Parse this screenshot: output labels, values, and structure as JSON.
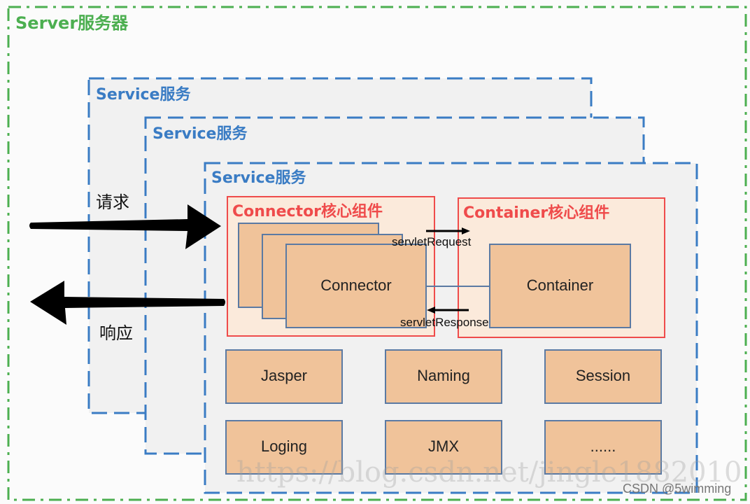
{
  "server": {
    "title": "Server服务器",
    "color": "#4caf50"
  },
  "services": [
    {
      "title": "Service服务"
    },
    {
      "title": "Service服务"
    },
    {
      "title": "Service服务"
    }
  ],
  "service_color": "#3a7cc4",
  "connector_group": {
    "title": "Connector核心组件",
    "box_label": "Connector",
    "stack_count": 3
  },
  "container_group": {
    "title": "Container核心组件",
    "box_label": "Container"
  },
  "flows": {
    "request": "servletRequest",
    "response": "servletResponse"
  },
  "external": {
    "request_label": "请求",
    "response_label": "响应"
  },
  "components": [
    {
      "label": "Jasper"
    },
    {
      "label": "Naming"
    },
    {
      "label": "Session"
    },
    {
      "label": "Loging"
    },
    {
      "label": "JMX"
    },
    {
      "label": "......"
    }
  ],
  "colors": {
    "core_border": "#ef4b4b",
    "core_fill": "#fbeadb",
    "box_fill": "#f0c39a",
    "box_border": "#5b7aa3"
  },
  "watermark": "https://blog.csdn.net/jingle1882010",
  "credit": "CSDN @5wimming"
}
